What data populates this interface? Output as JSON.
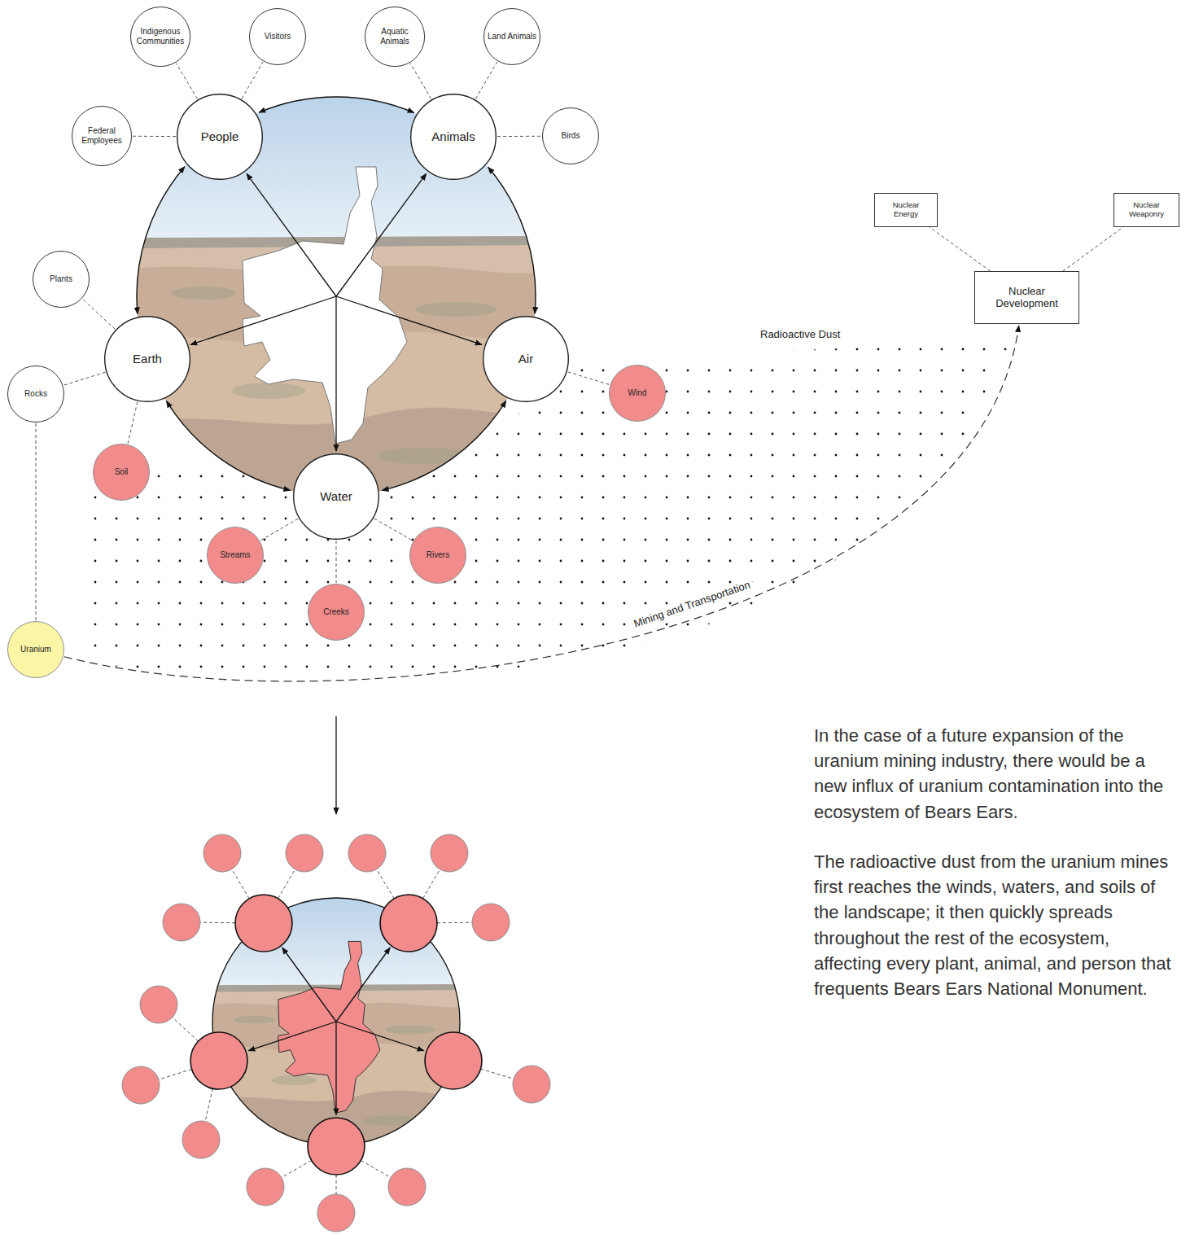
{
  "diagram": {
    "nodes": [
      {
        "text": [
          "Indigenous Communities"
        ]
      },
      {
        "text": [
          "Visitors"
        ]
      },
      {
        "text": [
          "Aquatic Animals"
        ]
      },
      {
        "text": [
          "Land Animals"
        ]
      },
      {
        "text": [
          "Federal Employees"
        ]
      },
      {
        "text": [
          "People"
        ]
      },
      {
        "text": [
          "Animals"
        ]
      },
      {
        "text": [
          "Birds"
        ]
      },
      {
        "text": [
          "Nuclear Energy"
        ]
      },
      {
        "text": [
          "Nuclear Weaponry"
        ]
      },
      {
        "text": [
          "Plants"
        ]
      },
      {
        "text": [
          "Nuclear Development"
        ]
      },
      {
        "text": [
          "Earth"
        ]
      },
      {
        "text": [
          "Air"
        ]
      },
      {
        "text": [
          "Wind"
        ]
      },
      {
        "text": [
          "Rocks"
        ]
      },
      {
        "text": [
          "Soil"
        ]
      },
      {
        "text": [
          "Water"
        ]
      },
      {
        "text": [
          "Streams"
        ]
      },
      {
        "text": [
          "Rivers"
        ]
      },
      {
        "text": [
          "Creeks"
        ]
      },
      {
        "text": [
          "Uranium"
        ]
      }
    ],
    "edges": [
      {
        "from": 5,
        "to": 6,
        "arrow": "both"
      },
      {
        "from": 6,
        "to": 13,
        "arrow": "both"
      },
      {
        "from": 13,
        "to": 17,
        "arrow": "both"
      },
      {
        "from": 17,
        "to": 12,
        "arrow": "both"
      },
      {
        "from": 12,
        "to": 5,
        "arrow": "both"
      },
      {
        "from": 5,
        "to": 4,
        "arrow": "none"
      },
      {
        "from": 5,
        "to": 0,
        "arrow": "none"
      },
      {
        "from": 5,
        "to": 1,
        "arrow": "none"
      },
      {
        "from": 6,
        "to": 2,
        "arrow": "none"
      },
      {
        "from": 6,
        "to": 3,
        "arrow": "none"
      },
      {
        "from": 6,
        "to": 7,
        "arrow": "none"
      },
      {
        "from": 13,
        "to": 14,
        "arrow": "none"
      },
      {
        "from": 17,
        "to": 18,
        "arrow": "none"
      },
      {
        "from": 17,
        "to": 20,
        "arrow": "none"
      },
      {
        "from": 17,
        "to": 19,
        "arrow": "none"
      },
      {
        "from": 12,
        "to": 10,
        "arrow": "none"
      },
      {
        "from": 12,
        "to": 15,
        "arrow": "none"
      },
      {
        "from": 12,
        "to": 16,
        "arrow": "none"
      },
      {
        "from": 15,
        "to": 21,
        "arrow": "none"
      },
      {
        "from": 21,
        "to": 11,
        "label": "Mining and Transportation",
        "arrow": "to"
      },
      {
        "from": 11,
        "to": 8,
        "arrow": "none"
      },
      {
        "from": 11,
        "to": 9,
        "arrow": "none"
      }
    ],
    "labels": [
      "Radioactive Dust",
      "In the case of a future expansion of the uranium mining industry, there would be a new influx of uranium contamination into the ecosystem of Bears Ears.",
      "The radioactive dust from the uranium mines first reaches the winds, waters, and soils of the landscape; it then quickly spreads throughout the rest of the ecosystem, affecting every plant, animal, and person that frequents Bears Ears National Monument."
    ]
  }
}
